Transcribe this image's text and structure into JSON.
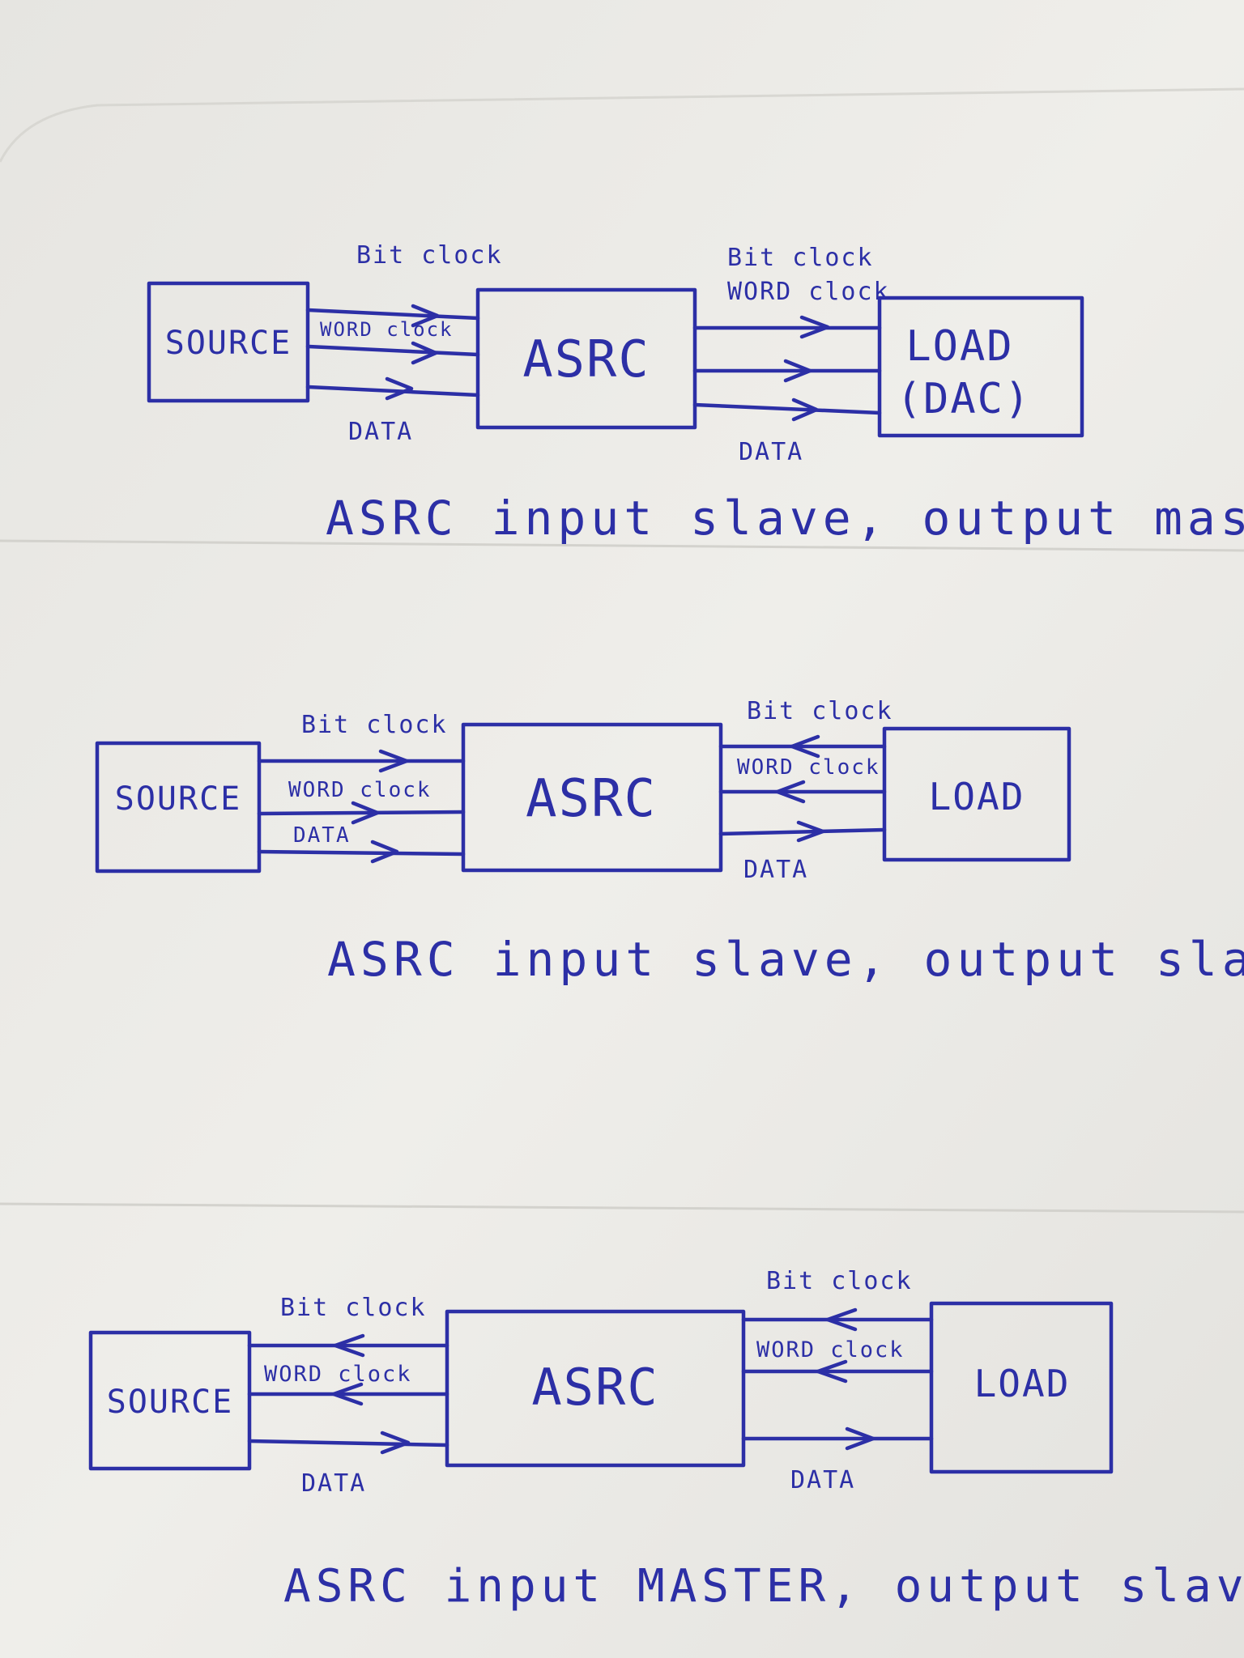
{
  "ink_color": "#2c2fa6",
  "paper_color": "#ecebe7",
  "diagrams": [
    {
      "source": "SOURCE",
      "asrc": "ASRC",
      "load_line1": "LOAD",
      "load_line2": "(DAC)",
      "left_bit_clock": "Bit clock",
      "left_word_clock": "WORD clock",
      "left_data": "DATA",
      "right_bit_clock": "Bit clock",
      "right_word_clock": "WORD clock",
      "right_data": "DATA",
      "caption": "ASRC input slave, output master"
    },
    {
      "source": "SOURCE",
      "asrc": "ASRC",
      "load_line1": "LOAD",
      "left_bit_clock": "Bit clock",
      "left_word_clock": "WORD clock",
      "left_data": "DATA",
      "right_bit_clock": "Bit clock",
      "right_word_clock": "WORD clock",
      "right_data": "DATA",
      "caption": "ASRC input slave, output slave"
    },
    {
      "source": "SOURCE",
      "asrc": "ASRC",
      "load_line1": "LOAD",
      "left_bit_clock": "Bit clock",
      "left_word_clock": "WORD clock",
      "left_data": "DATA",
      "right_bit_clock": "Bit clock",
      "right_word_clock": "WORD clock",
      "right_data": "DATA",
      "caption": "ASRC input MASTER, output slave"
    }
  ]
}
